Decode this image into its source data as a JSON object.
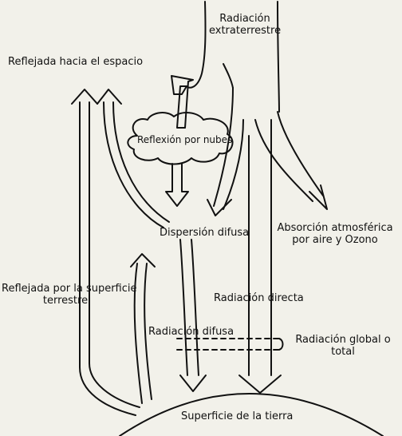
{
  "labels": {
    "extraterrestrial": [
      "Radiación",
      "extraterrestre"
    ],
    "reflected_space": "Reflejada hacia el espacio",
    "cloud_reflection": "Reflexión por nubes",
    "diffuse_scattering": "Dispersión difusa",
    "atmospheric_absorption": [
      "Absorción atmosférica",
      "por aire y Ozono"
    ],
    "surface_reflected": [
      "Reflejada por la superficie",
      "terrestre"
    ],
    "direct_radiation": "Radiación directa",
    "diffuse_radiation": "Radiación difusa",
    "global_radiation": [
      "Radiación global o",
      "total"
    ],
    "earth_surface": "Superficie de la tierra"
  }
}
